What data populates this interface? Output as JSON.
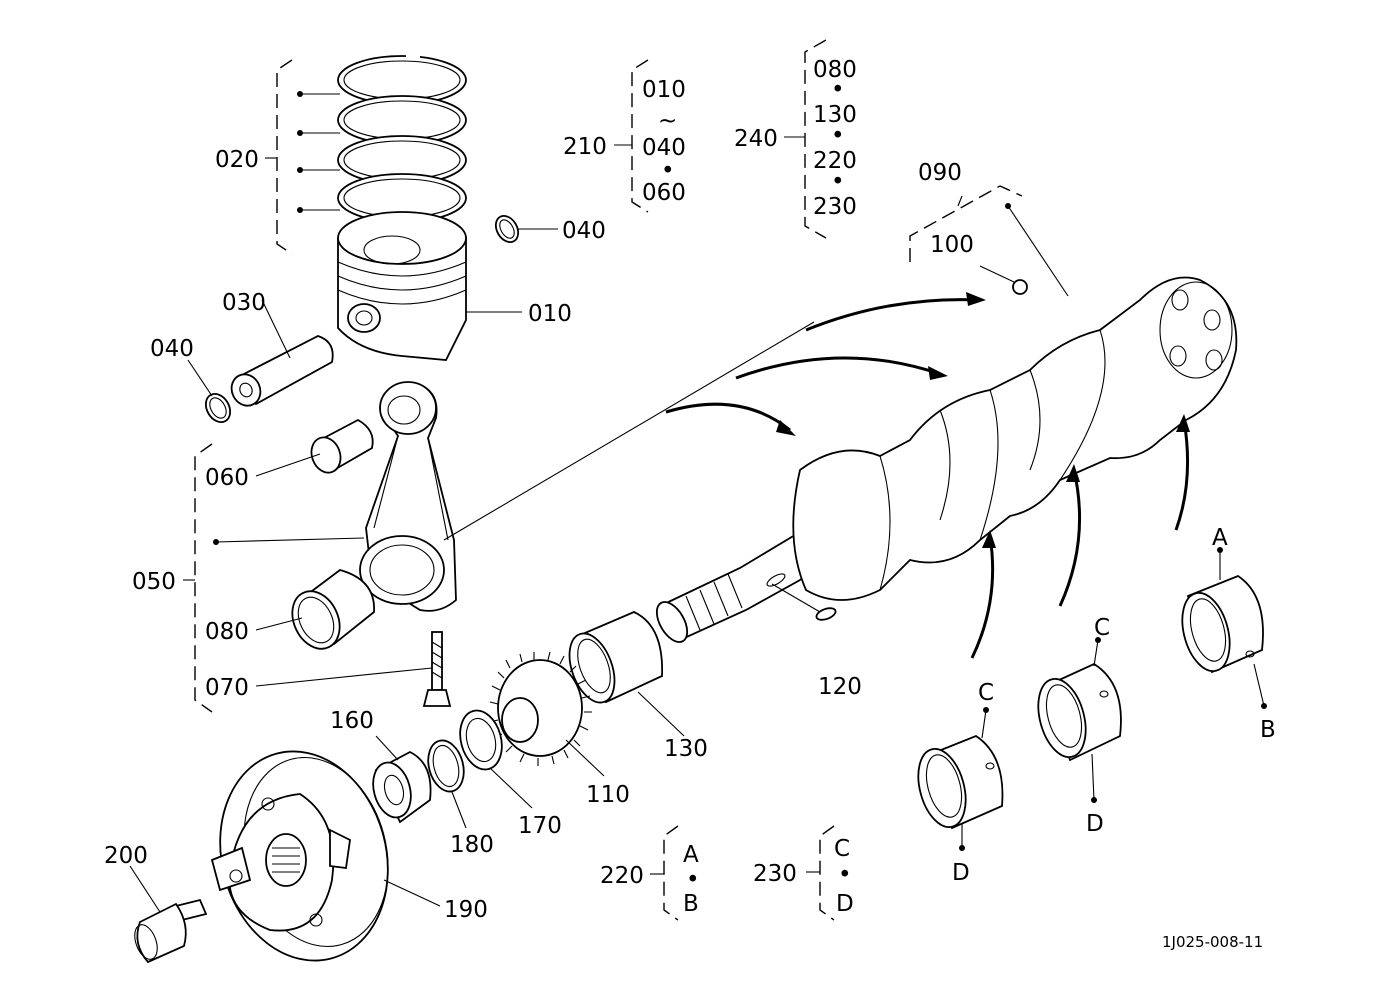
{
  "labels": {
    "p010": "010",
    "p020": "020",
    "p030": "030",
    "p040a": "040",
    "p040b": "040",
    "p050": "050",
    "p060": "060",
    "p070": "070",
    "p080": "080",
    "p090": "090",
    "p100": "100",
    "p110": "110",
    "p120": "120",
    "p130": "130",
    "p160": "160",
    "p170": "170",
    "p180": "180",
    "p190": "190",
    "p200": "200",
    "p210": "210",
    "p220": "220",
    "p230": "230",
    "p240": "240"
  },
  "groups": {
    "g210": [
      "010",
      "~",
      "040",
      "•",
      "060"
    ],
    "g240": [
      "080",
      "•",
      "130",
      "•",
      "220",
      "•",
      "230"
    ],
    "g220": [
      "A",
      "•",
      "B"
    ],
    "g230": [
      "C",
      "•",
      "D"
    ]
  },
  "bearing_marks": {
    "a": "A",
    "b": "B",
    "c1": "C",
    "d1": "D",
    "c2": "C",
    "d2": "D"
  },
  "drawing_number": "1J025-008-11"
}
